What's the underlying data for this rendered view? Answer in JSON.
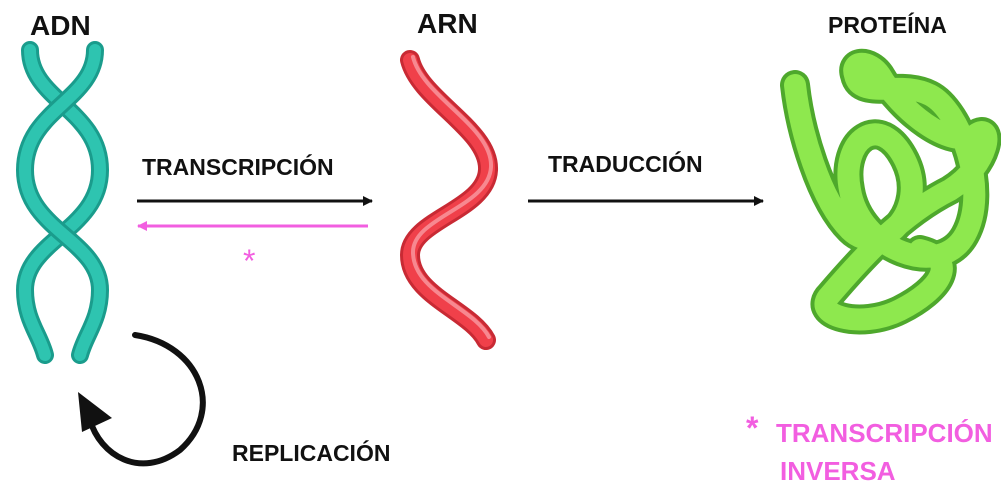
{
  "labels": {
    "dna": "ADN",
    "rna": "ARN",
    "protein": "PROTEÍNA",
    "transcription": "TRANSCRIPCIÓN",
    "translation": "TRADUCCIÓN",
    "replication": "REPLICACIÓN",
    "reverse_marker": "*"
  },
  "legend": {
    "marker": "*",
    "line1": "TRANSCRIPCIÓN",
    "line2": "INVERSA"
  },
  "colors": {
    "dna": "#2ec4b0",
    "dna_dark": "#1a9c8c",
    "rna": "#f0404a",
    "rna_light": "#f78890",
    "protein": "#8ee84e",
    "protein_outline": "#4ea82c",
    "arrow": "#111111",
    "reverse": "#f25ee0"
  }
}
